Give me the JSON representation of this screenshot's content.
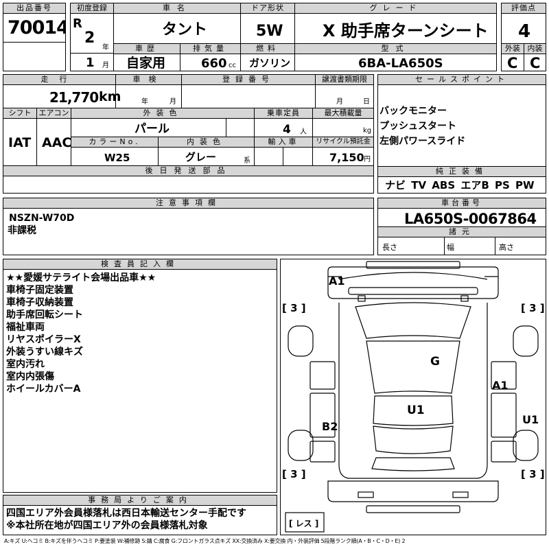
{
  "headers": {
    "lot_no": "出品番号",
    "first_reg": "初度登録",
    "car_name": "車名",
    "door": "ドア形状",
    "grade": "グレード",
    "score": "評価点",
    "history": "車歴",
    "displacement": "排気量",
    "fuel": "燃料",
    "model_code": "型式",
    "exterior": "外装",
    "interior": "内装",
    "mileage": "走行",
    "inspection": "車検",
    "reg_no": "登録番号",
    "transfer": "譲渡書類期限",
    "sales_points": "セールスポイント",
    "shift": "シフト",
    "aircon": "エアコン",
    "ext_color": "外装色",
    "capacity": "乗車定員",
    "max_load": "最大積載量",
    "color_no": "カラーNo.",
    "int_color": "内装色",
    "import": "輸入車",
    "recycle": "リサイクル預託金",
    "later_parts": "後日発送部品",
    "genuine_equip": "純正装備",
    "notes": "注意事項欄",
    "chassis_no": "車台番号",
    "specs": "諸元",
    "inspector": "検査員記入欄",
    "office": "事務局よりご案内"
  },
  "vehicle": {
    "lot_no": "70014",
    "era": "R",
    "year": "2",
    "year_unit": "年",
    "month": "1",
    "month_unit": "月",
    "car_name": "タント",
    "door": "5W",
    "grade": "X 助手席ターンシート",
    "score": "4",
    "history": "自家用",
    "displacement": "660",
    "displacement_unit": "cc",
    "fuel": "ガソリン",
    "model_code": "6BA-LA650S",
    "exterior_grade": "C",
    "interior_grade": "C",
    "mileage": "21,770",
    "mileage_unit": "km",
    "inspection_year_unit": "年",
    "inspection_month_unit": "月",
    "transfer_month_unit": "月",
    "transfer_day_unit": "日",
    "shift": "IAT",
    "aircon": "AAC",
    "ext_color": "パール",
    "capacity": "4",
    "capacity_unit": "人",
    "max_load_unit": "kg",
    "color_no": "W25",
    "int_color": "グレー",
    "int_color_suffix": "系",
    "recycle": "7,150",
    "recycle_unit": "円",
    "equipment": "ナビ TV ABS エアB PS PW",
    "chassis_no": "LA650S-0067864",
    "length_label": "長さ",
    "width_label": "幅",
    "height_label": "高さ"
  },
  "sales_points": [
    "バックモニター",
    "プッシュスタート",
    "左側パワースライド"
  ],
  "notes": [
    "NSZN-W70D",
    "非課税"
  ],
  "inspector_notes": [
    "★★愛媛サテライト会場出品車★★",
    "車椅子固定装置",
    "車椅子収納装置",
    "助手席回転シート",
    "福祉車両",
    "リヤスポイラーX",
    "外装うすい線キズ",
    "室内汚れ",
    "室内内張傷",
    "ホイールカバーA"
  ],
  "office_notes": [
    "四国エリア外会員様落札は西日本輸送センター手配です",
    "※本社所在地が四国エリア外の会員様落札対象"
  ],
  "diagram": {
    "front_left": "A1",
    "left_front": "[ 3 ]",
    "right_front": "[ 3 ]",
    "roof": "G",
    "right_door": "A1",
    "floor": "U1",
    "left_rear_door": "B2",
    "right_rear": "U1",
    "left_rear": "[ 3 ]",
    "right_rear_bracket": "[ 3 ]",
    "spare": "[ レス ]"
  },
  "legend": "A:キズ U:ヘコミ B:キズを伴うヘコミ P:要塗装 W:補修跡 S:錆 C:腐食 G:フロントガラス点キズ XX:交換済み X:要交換 内・外装評価 5段階ランク順(A・B・C・D・E) 2"
}
